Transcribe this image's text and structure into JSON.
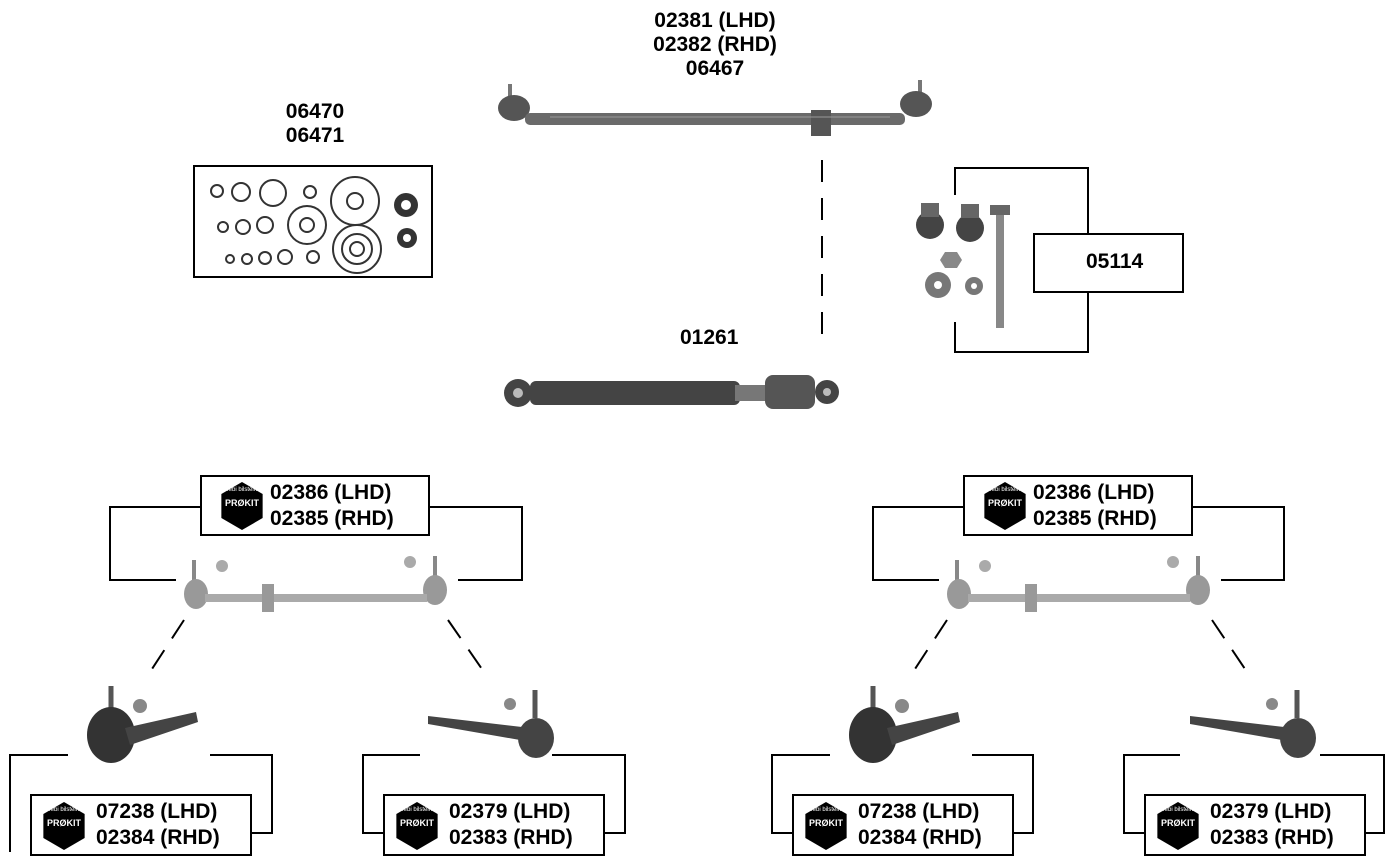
{
  "badge": {
    "brand": "PRØKIT",
    "arc": "febi bilstein"
  },
  "parts": {
    "tie_rod_main": {
      "l1": "02381 (LHD)",
      "l2": "02382 (RHD)",
      "l3": "06467"
    },
    "seal_kit": {
      "l1": "06470",
      "l2": "06471"
    },
    "damper": {
      "l1": "01261"
    },
    "mount_kit": {
      "l1": "05114"
    },
    "left_rod": {
      "l1": "02386 (LHD)",
      "l2": "02385 (RHD)"
    },
    "right_rod": {
      "l1": "02386 (LHD)",
      "l2": "02385 (RHD)"
    },
    "end_a1": {
      "l1": "07238 (LHD)",
      "l2": "02384 (RHD)"
    },
    "end_b1": {
      "l1": "02379 (LHD)",
      "l2": "02383 (RHD)"
    },
    "end_a2": {
      "l1": "07238 (LHD)",
      "l2": "02384 (RHD)"
    },
    "end_b2": {
      "l1": "02379 (LHD)",
      "l2": "02383 (RHD)"
    }
  }
}
